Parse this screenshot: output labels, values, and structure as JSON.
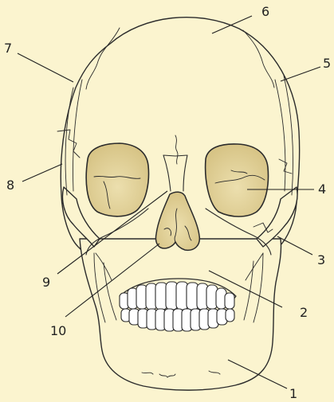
{
  "colors": {
    "background": "#fbf4cf",
    "bone": "#fbf4cf",
    "cavity": "#e8d9a2",
    "outline": "#2b2b2b"
  },
  "labels": {
    "l1": "1",
    "l2": "2",
    "l3": "3",
    "l4": "4",
    "l5": "5",
    "l6": "6",
    "l7": "7",
    "l8": "8",
    "l9": "9",
    "l10": "10"
  }
}
